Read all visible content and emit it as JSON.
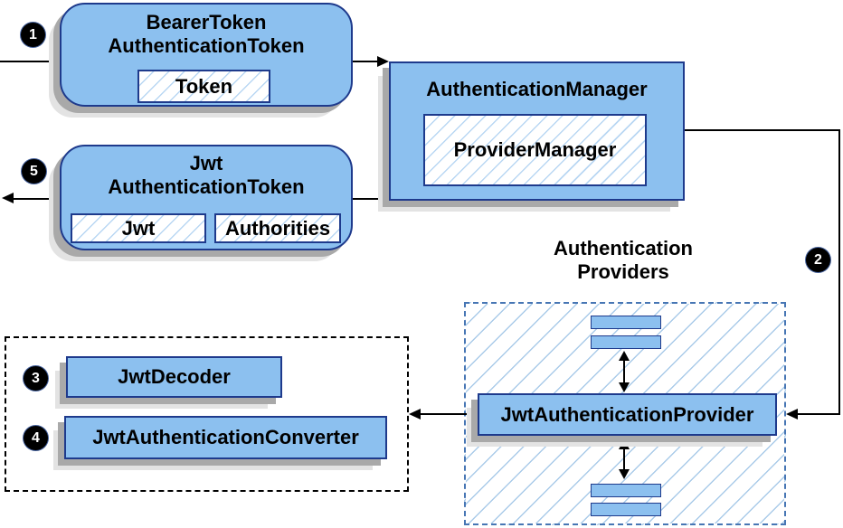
{
  "diagram": {
    "steps": {
      "step1": "1",
      "step2": "2",
      "step3": "3",
      "step4": "4",
      "step5": "5"
    },
    "bearer_token_box": {
      "title_line1": "BearerToken",
      "title_line2": "AuthenticationToken",
      "field_token": "Token"
    },
    "authentication_manager_box": {
      "title": "AuthenticationManager",
      "field_provider_manager": "ProviderManager"
    },
    "jwt_authentication_token_box": {
      "title_line1": "Jwt",
      "title_line2": "AuthenticationToken",
      "field_jwt": "Jwt",
      "field_authorities": "Authorities"
    },
    "authentication_providers": {
      "label_line1": "Authentication",
      "label_line2": "Providers",
      "provider_label": "JwtAuthenticationProvider"
    },
    "converter_group": {
      "decoder_label": "JwtDecoder",
      "converter_label": "JwtAuthenticationConverter"
    },
    "colors": {
      "box_fill": "#8cc0ef",
      "box_border": "#1e3a8c",
      "hatch_line": "#b9d7f3",
      "dashed_blue_border": "#4776b4",
      "dashed_black_border": "#000000",
      "shadow_dark": "#a9a9a9",
      "shadow_light": "#e3e3e3",
      "arrow": "#000000",
      "badge_fill": "#000000",
      "badge_text": "#ffffff"
    }
  }
}
